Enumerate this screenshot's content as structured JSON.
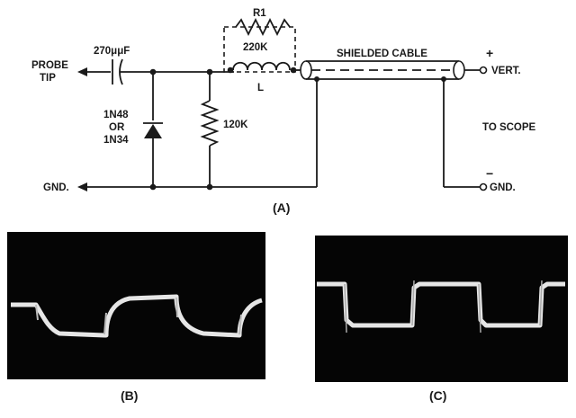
{
  "circuit": {
    "probe_label_line1": "PROBE",
    "probe_label_line2": "TIP",
    "capacitor_label": "270μμF",
    "resistor_r1_name": "R1",
    "resistor_r1_value": "220K",
    "inductor_label": "L",
    "diode_label_line1": "1N48",
    "diode_label_line2": "OR",
    "diode_label_line3": "1N34",
    "resistor_label": "120K",
    "cable_label": "SHIELDED CABLE",
    "plus_sign": "+",
    "minus_sign": "−",
    "vert_label": "VERT.",
    "to_scope_label": "TO SCOPE",
    "gnd_left_label": "GND.",
    "gnd_right_label": "GND.",
    "caption": "(A)"
  },
  "scope_b": {
    "caption": "(B)"
  },
  "scope_c": {
    "caption": "(C)"
  },
  "colors": {
    "ink": "#1a1a1a",
    "screen": "#050505",
    "trace": "#e6e6e6"
  }
}
